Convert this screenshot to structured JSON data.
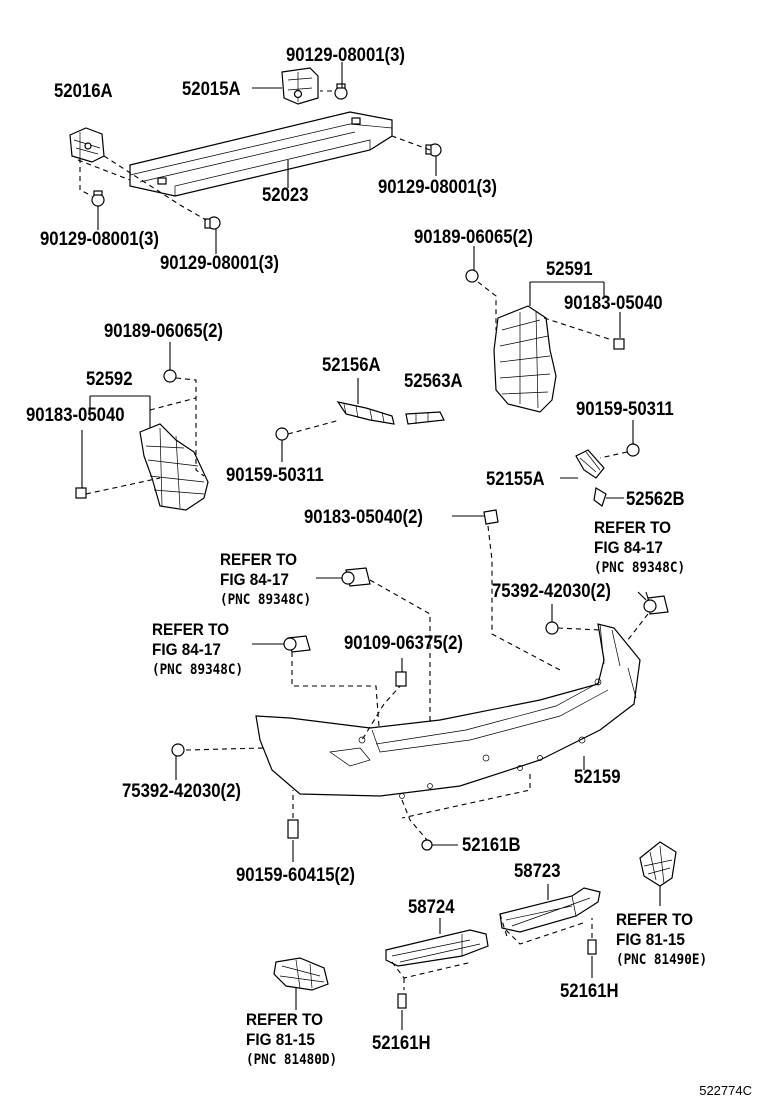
{
  "parts": {
    "p52016A": "52016A",
    "p52015A": "52015A",
    "p52023": "52023",
    "p90129_top": "90129-08001(3)",
    "p90129_right": "90129-08001(3)",
    "p90129_left": "90129-08001(3)",
    "p90129_mid": "90129-08001(3)",
    "p90189_right": "90189-06065(2)",
    "p52591": "52591",
    "p90183_right": "90183-05040",
    "p90189_left": "90189-06065(2)",
    "p52592": "52592",
    "p90183_left": "90183-05040",
    "p52156A": "52156A",
    "p52563A": "52563A",
    "p90159_50311_left": "90159-50311",
    "p90159_50311_right": "90159-50311",
    "p52155A": "52155A",
    "p52562B": "52562B",
    "p90183_2": "90183-05040(2)",
    "p75392_right": "75392-42030(2)",
    "p90109": "90109-06375(2)",
    "p75392_left": "75392-42030(2)",
    "p52159": "52159",
    "p90159_60415": "90159-60415(2)",
    "p52161B": "52161B",
    "p58723": "58723",
    "p58724": "58724",
    "p52161H_right": "52161H",
    "p52161H_left": "52161H"
  },
  "refs": {
    "ref1": {
      "line1": "REFER TO",
      "line2": "FIG 84-17",
      "line3": "(PNC 89348C)"
    },
    "ref2": {
      "line1": "REFER TO",
      "line2": "FIG 84-17",
      "line3": "(PNC 89348C)"
    },
    "ref3": {
      "line1": "REFER TO",
      "line2": "FIG 84-17",
      "line3": "(PNC 89348C)"
    },
    "ref4": {
      "line1": "REFER TO",
      "line2": "FIG 81-15",
      "line3": "(PNC 81490E)"
    },
    "ref5": {
      "line1": "REFER TO",
      "line2": "FIG 81-15",
      "line3": "(PNC 81480D)"
    }
  },
  "figure_code": "522774C"
}
